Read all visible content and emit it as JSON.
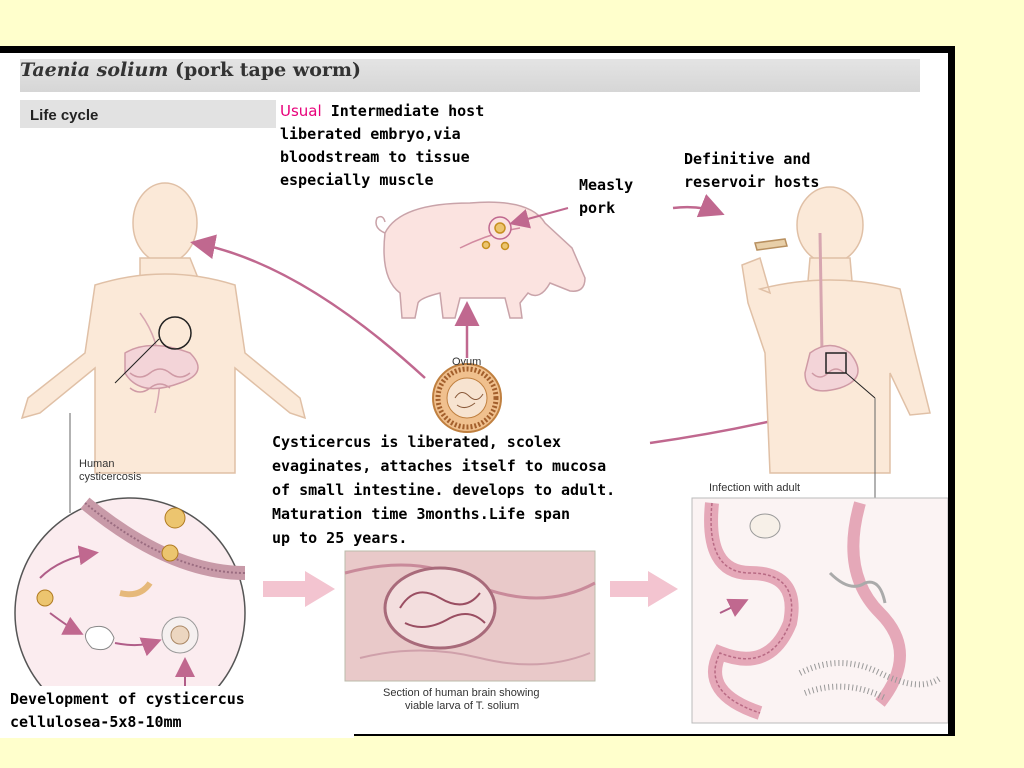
{
  "figure": {
    "title_italic": "Taenia solium",
    "title_rest": " (pork tape worm)",
    "section_label": "Life cycle",
    "labels": {
      "ovum": "Ovum",
      "human_cysticercosis_1": "Human",
      "human_cysticercosis_2": "cysticercosis",
      "infection_adult": "Infection with adult",
      "brain_section_1": "Section of human brain showing",
      "brain_section_2": "viable larva of T. solium"
    }
  },
  "notes": {
    "host": {
      "usual": "Usual",
      "line1": " Intermediate host",
      "line2": "liberated embryo,via",
      "line3": "bloodstream to tissue",
      "line4": "especially muscle"
    },
    "measly": {
      "line1": "Measly",
      "line2": "pork"
    },
    "definitive": {
      "line1": "Definitive and",
      "line2": "reservoir hosts"
    },
    "cysticercus": {
      "line1": "Cysticercus is liberated, scolex",
      "line2": "evaginates, attaches itself to mucosa",
      "line3": "of small intestine. develops to adult.",
      "line4": "Maturation time 3months.Life span",
      "line5": "up to 25 years."
    },
    "development": {
      "line1": "Development of cysticercus",
      "line2": "cellulosea-5x8-10mm"
    }
  },
  "colors": {
    "slide_background": "#ffffcc",
    "arrow": "#c0688f",
    "skin": "#fbe9d8",
    "usual_text": "#e8007a"
  },
  "icons": [
    "human-figure-left",
    "pig-icon",
    "ovum-icon",
    "human-figure-right",
    "brain-section-image",
    "intestine-adult-worm-image",
    "cysticercosis-inset"
  ]
}
